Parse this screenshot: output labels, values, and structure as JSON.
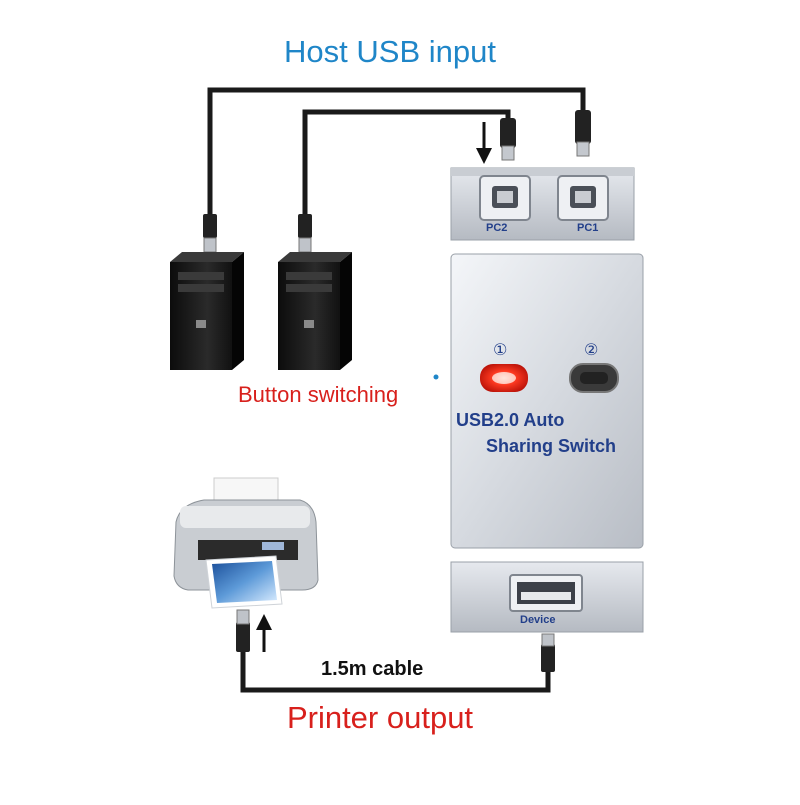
{
  "labels": {
    "host_input": "Host USB input",
    "button_switching": "Button switching",
    "cable_length": "1.5m cable",
    "printer_output": "Printer output"
  },
  "device": {
    "brand_line1": "USB2.0 Auto",
    "brand_line2": "Sharing Switch",
    "port_pc2": "PC2",
    "port_pc1": "PC1",
    "port_device": "Device",
    "led1": "①",
    "led2": "②",
    "active_led": 1
  },
  "colors": {
    "host_label": "#1f86c8",
    "red_label": "#d8201c",
    "device_text": "#223f8a",
    "cable": "#1a1a1a",
    "led_active": "#ff3b22",
    "led_inactive": "#333333"
  },
  "icons": [
    "pc-tower-icon",
    "printer-icon",
    "usb-a-plug-icon",
    "usb-b-plug-icon",
    "arrow-icon"
  ]
}
